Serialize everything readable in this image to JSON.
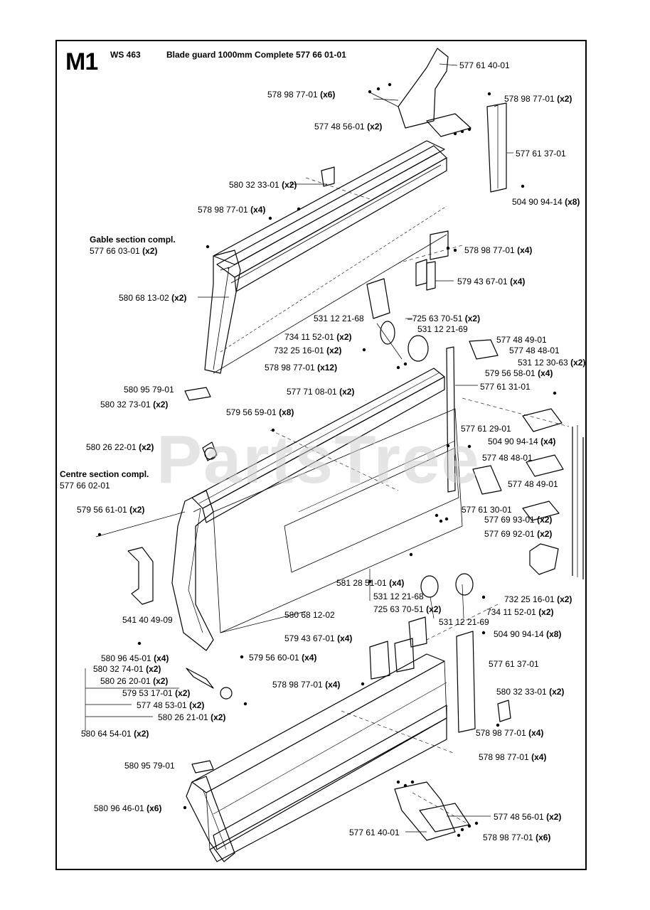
{
  "header": {
    "code": "M1",
    "model": "WS 463",
    "assembly": "Blade guard 1000mm Complete 577 66 01-01"
  },
  "watermark": "PartsTree",
  "callouts": [
    {
      "id": "c1",
      "part": "577 61 40-01",
      "qty": ""
    },
    {
      "id": "c2",
      "part": "578 98 77-01",
      "qty": "(x6)"
    },
    {
      "id": "c3",
      "part": "578 98 77-01",
      "qty": "(x2)"
    },
    {
      "id": "c4",
      "part": "577 48 56-01",
      "qty": "(x2)"
    },
    {
      "id": "c5",
      "part": "577 61 37-01",
      "qty": ""
    },
    {
      "id": "c6",
      "part": "580 32 33-01",
      "qty": "(x2)"
    },
    {
      "id": "c7",
      "part": "504 90 94-14",
      "qty": "(x8)"
    },
    {
      "id": "c8",
      "part": "578 98 77-01",
      "qty": "(x4)"
    },
    {
      "id": "c9",
      "part": "578 98 77-01",
      "qty": "(x4)"
    },
    {
      "id": "c10",
      "part": "579 43 67-01",
      "qty": "(x4)"
    },
    {
      "id": "c11",
      "part": "580 68 13-02",
      "qty": "(x2)"
    },
    {
      "id": "c12",
      "part": "531 12 21-68",
      "qty": ""
    },
    {
      "id": "c13",
      "part": "725 63 70-51",
      "qty": "(x2)"
    },
    {
      "id": "c14",
      "part": "531 12 21-69",
      "qty": ""
    },
    {
      "id": "c15",
      "part": "734 11 52-01",
      "qty": "(x2)"
    },
    {
      "id": "c16",
      "part": "732 25 16-01",
      "qty": "(x2)"
    },
    {
      "id": "c17",
      "part": "577 48 49-01",
      "qty": ""
    },
    {
      "id": "c18",
      "part": "577 48 48-01",
      "qty": ""
    },
    {
      "id": "c19",
      "part": "578 98 77-01",
      "qty": "(x12)"
    },
    {
      "id": "c20",
      "part": "531 12 30-63",
      "qty": "(x2)"
    },
    {
      "id": "c21",
      "part": "579 56 58-01",
      "qty": "(x4)"
    },
    {
      "id": "c22",
      "part": "580 95 79-01",
      "qty": ""
    },
    {
      "id": "c23",
      "part": "577 71 08-01",
      "qty": "(x2)"
    },
    {
      "id": "c24",
      "part": "577 61 31-01",
      "qty": ""
    },
    {
      "id": "c25",
      "part": "580 32 73-01",
      "qty": "(x2)"
    },
    {
      "id": "c26",
      "part": "579 56 59-01",
      "qty": "(x8)"
    },
    {
      "id": "c27",
      "part": "577 61 29-01",
      "qty": ""
    },
    {
      "id": "c28",
      "part": "580 26 22-01",
      "qty": "(x2)"
    },
    {
      "id": "c29",
      "part": "504 90 94-14",
      "qty": "(x4)"
    },
    {
      "id": "c30",
      "part": "577 48 48-01",
      "qty": ""
    },
    {
      "id": "c31",
      "part": "577 48 49-01",
      "qty": ""
    },
    {
      "id": "c32",
      "part": "579 56 61-01",
      "qty": "(x2)"
    },
    {
      "id": "c33",
      "part": "577 61 30-01",
      "qty": ""
    },
    {
      "id": "c34",
      "part": "577 69 93-01",
      "qty": "(x2)"
    },
    {
      "id": "c35",
      "part": "577 69 92-01",
      "qty": "(x2)"
    },
    {
      "id": "c36",
      "part": "581 28 51-01",
      "qty": "(x4)"
    },
    {
      "id": "c37",
      "part": "531 12 21-68",
      "qty": ""
    },
    {
      "id": "c38",
      "part": "725 63 70-51",
      "qty": "(x2)"
    },
    {
      "id": "c39",
      "part": "580 68 12-02",
      "qty": ""
    },
    {
      "id": "c40",
      "part": "732 25 16-01",
      "qty": "(x2)"
    },
    {
      "id": "c41",
      "part": "734 11 52-01",
      "qty": "(x2)"
    },
    {
      "id": "c42",
      "part": "541 40 49-09",
      "qty": ""
    },
    {
      "id": "c43",
      "part": "531 12 21-69",
      "qty": ""
    },
    {
      "id": "c44",
      "part": "579 43 67-01",
      "qty": "(x4)"
    },
    {
      "id": "c45",
      "part": "504 90 94-14",
      "qty": "(x8)"
    },
    {
      "id": "c46",
      "part": "580 96 45-01",
      "qty": "(x4)"
    },
    {
      "id": "c47",
      "part": "579 56 60-01",
      "qty": "(x4)"
    },
    {
      "id": "c48",
      "part": "577 61 37-01",
      "qty": ""
    },
    {
      "id": "c49",
      "part": "580 32 74-01",
      "qty": "(x2)"
    },
    {
      "id": "c50",
      "part": "580 26 20-01",
      "qty": "(x2)"
    },
    {
      "id": "c51",
      "part": "578 98 77-01",
      "qty": "(x4)"
    },
    {
      "id": "c52",
      "part": "580 32 33-01",
      "qty": "(x2)"
    },
    {
      "id": "c53",
      "part": "579 53 17-01",
      "qty": "(x2)"
    },
    {
      "id": "c54",
      "part": "577 48 53-01",
      "qty": "(x2)"
    },
    {
      "id": "c55",
      "part": "580 26 21-01",
      "qty": "(x2)"
    },
    {
      "id": "c56",
      "part": "578 98 77-01",
      "qty": "(x4)"
    },
    {
      "id": "c57",
      "part": "580 64 54-01",
      "qty": "(x2)"
    },
    {
      "id": "c58",
      "part": "578 98 77-01",
      "qty": "(x4)"
    },
    {
      "id": "c59",
      "part": "580 95 79-01",
      "qty": ""
    },
    {
      "id": "c60",
      "part": "580 96 46-01",
      "qty": "(x6)"
    },
    {
      "id": "c61",
      "part": "577 48 56-01",
      "qty": "(x2)"
    },
    {
      "id": "c62",
      "part": "577 61 40-01",
      "qty": ""
    },
    {
      "id": "c63",
      "part": "578 98 77-01",
      "qty": "(x6)"
    }
  ],
  "sections": {
    "gable_name": "Gable section compl.",
    "gable_part": "577 66 03-01",
    "gable_qty": "(x2)",
    "centre_name": "Centre section compl.",
    "centre_part": "577 66 02-01"
  }
}
